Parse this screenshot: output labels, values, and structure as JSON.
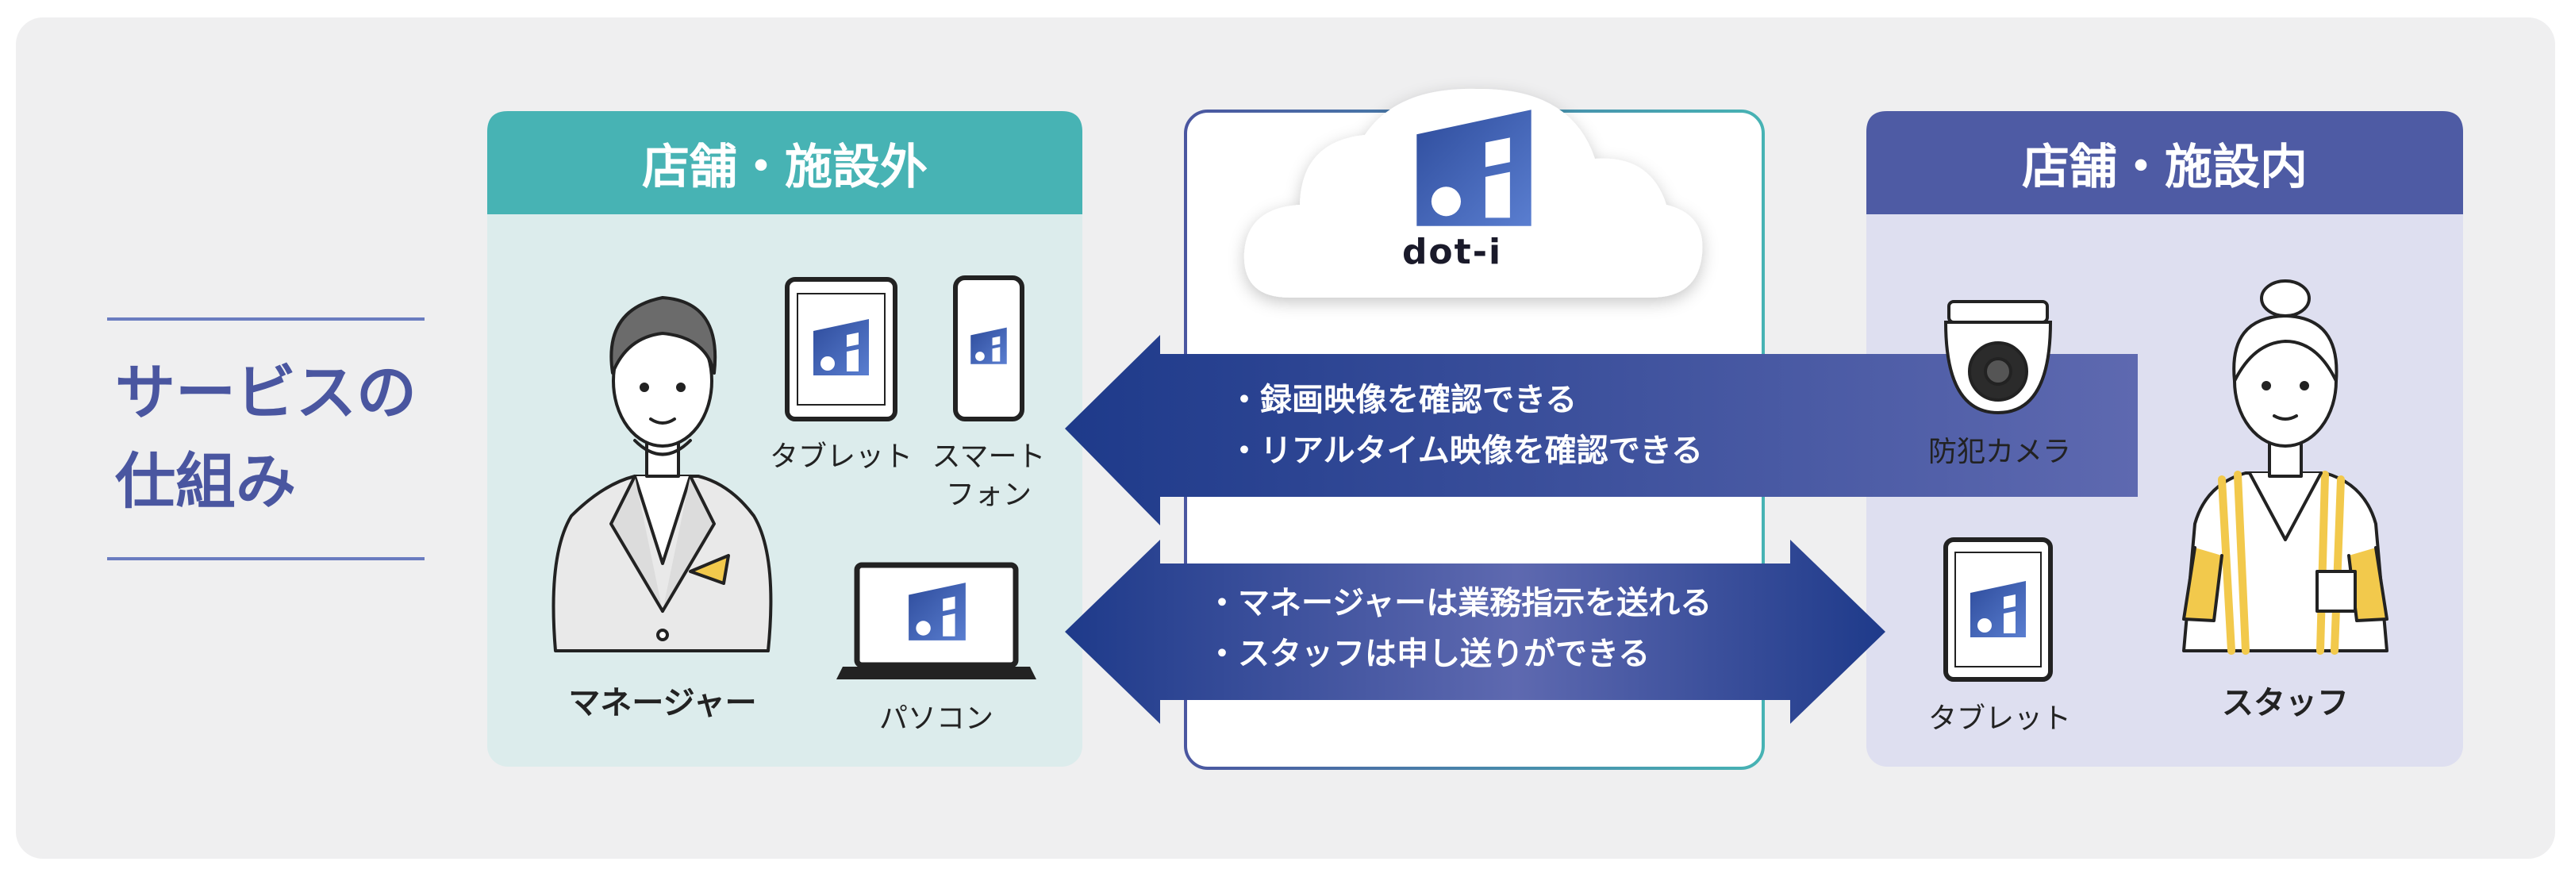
{
  "title": {
    "line1": "サービスの",
    "line2": "仕組み"
  },
  "outside": {
    "heading": "店舗・施設外",
    "manager_label": "マネージャー",
    "tablet_label": "タブレット",
    "smartphone_label": "スマート\nフォン",
    "pc_label": "パソコン"
  },
  "cloud": {
    "brand": "dot-i"
  },
  "inside": {
    "heading": "店舗・施設内",
    "camera_label": "防犯カメラ",
    "tablet_label": "タブレット",
    "staff_label": "スタッフ"
  },
  "arrow_top": {
    "line1": "・録画映像を確認できる",
    "line2": "・リアルタイム映像を確認できる"
  },
  "arrow_bottom": {
    "line1": "・マネージャーは業務指示を送れる",
    "line2": "・スタッフは申し送りができる"
  },
  "colors": {
    "teal": "#47b3b4",
    "navy": "#4e5ba4",
    "outside_bg": "#dcecec",
    "inside_bg": "#dedff0",
    "arrow_dark": "#1f3a8a",
    "arrow_light": "#5b67ad"
  }
}
